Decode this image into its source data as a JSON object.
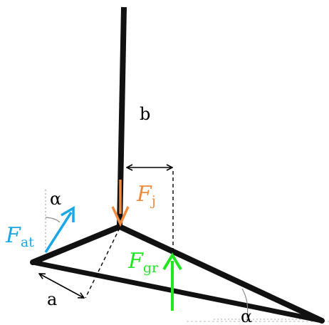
{
  "labels": {
    "b": "b",
    "a": "a",
    "alpha_top": "α",
    "alpha_bottom": "α",
    "fj_main": "F",
    "fj_sub": "j",
    "fat_main": "F",
    "fat_sub": "at",
    "fgr_main": "F",
    "fgr_sub": "gr"
  },
  "colors": {
    "structure": "#111111",
    "fj": "#f08a3c",
    "fat": "#1aa7e8",
    "fgr": "#22e622",
    "guide": "#999999",
    "dim": "#000000"
  }
}
